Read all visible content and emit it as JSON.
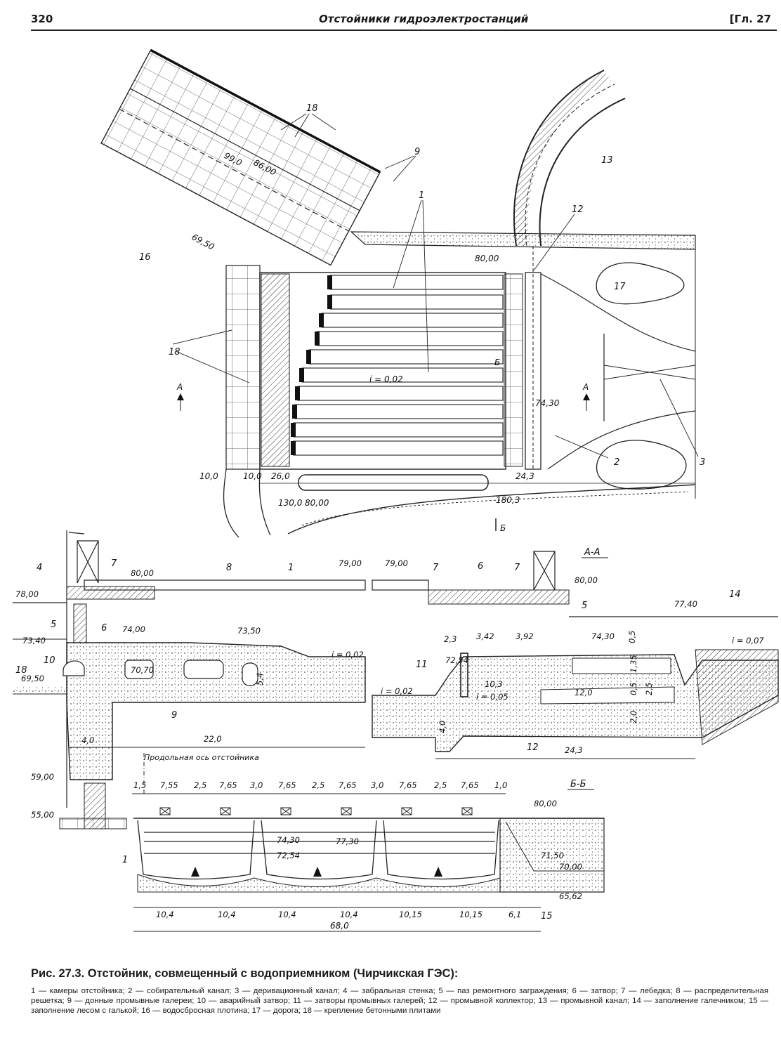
{
  "header": {
    "page_number": "320",
    "running_title": "Отстойники гидроэлектростанций",
    "chapter": "[Гл. 27"
  },
  "plan": {
    "callouts": [
      "18",
      "9",
      "1",
      "12",
      "13",
      "16",
      "17",
      "18",
      "2",
      "3"
    ],
    "dims": {
      "d99": "99,0",
      "e86": "86,00",
      "e69": "69,50",
      "e80top": "80,00",
      "slope": "i = 0,02",
      "b": "Б",
      "a": "А",
      "e7430": "74,30",
      "d10a": "10,0",
      "d10b": "10,0",
      "d26": "26,0",
      "d243": "24,3",
      "d130": "130,0",
      "e80bot": "80,00",
      "d1803": "180,3"
    }
  },
  "section_aa": {
    "title": "А-А",
    "callouts": [
      "4",
      "7",
      "8",
      "1",
      "7",
      "6",
      "7",
      "5",
      "14",
      "5",
      "6",
      "10",
      "18",
      "9",
      "11",
      "12"
    ],
    "levels": {
      "l7800": "78,00",
      "l8000a": "80,00",
      "l7900a": "79,00",
      "l7900b": "79,00",
      "l8000b": "80,00",
      "l7740": "77,40",
      "l7340": "73,40",
      "l7400": "74,00",
      "l7350": "73,50",
      "l7430": "74,30",
      "l6950": "69,50",
      "l7070": "70,70",
      "l7254": "72,54",
      "l5900": "59,00",
      "l5500": "55,00"
    },
    "dims": {
      "d23": "2,3",
      "d342": "3,42",
      "d392": "3,92",
      "d05a": "0,5",
      "d135": "1,35",
      "d05b": "0,5",
      "d25": "2,5",
      "d20": "2,0",
      "d54": "5,4",
      "d103": "10,3",
      "d120": "12,0",
      "d40a": "4,0",
      "d40b": "4,0",
      "d220": "22,0",
      "d243": "24,3",
      "s002a": "i = 0,02",
      "s002b": "i = 0,02",
      "s005": "i = 0,05",
      "s007": "i = 0,07"
    },
    "axis_note": "Продольная ось отстойника"
  },
  "section_bb": {
    "title": "Б-Б",
    "top_dims": [
      "1,5",
      "7,55",
      "2,5",
      "7,65",
      "3,0",
      "7,65",
      "2,5",
      "7,65",
      "3,0",
      "7,65",
      "2,5",
      "7,65",
      "1,0"
    ],
    "bottom_dims": [
      "10,4",
      "10,4",
      "10,4",
      "10,4",
      "10,15",
      "10,15",
      "6,1"
    ],
    "total": "68,0",
    "levels": {
      "l8000": "80,00",
      "l7430": "74,30",
      "l7254": "72,54",
      "l7730": "77,30",
      "l7150": "71,50",
      "l7000": "70,00",
      "l6562": "65,62"
    },
    "callouts": [
      "1",
      "15"
    ]
  },
  "caption": {
    "main": "Рис. 27.3. Отстойник, совмещенный с водоприемником (Чирчикская ГЭС):",
    "legend": "1 — камеры отстойника; 2 — собирательный канал; 3 — деривационный канал; 4 — забральная стенка; 5 — паз ремонтного заграждения; 6 — затвор; 7 — лебедка; 8 — распределительная решетка; 9 — донные промывные галереи; 10 — аварийный затвор; 11 — затворы промывных галерей; 12 — промывной коллектор; 13 — промывной канал; 14 — заполнение галечником; 15 — заполнение лесом с галькой; 16 — водосбросная плотина; 17 — дорога; 18 — крепление бетонными плитами"
  }
}
